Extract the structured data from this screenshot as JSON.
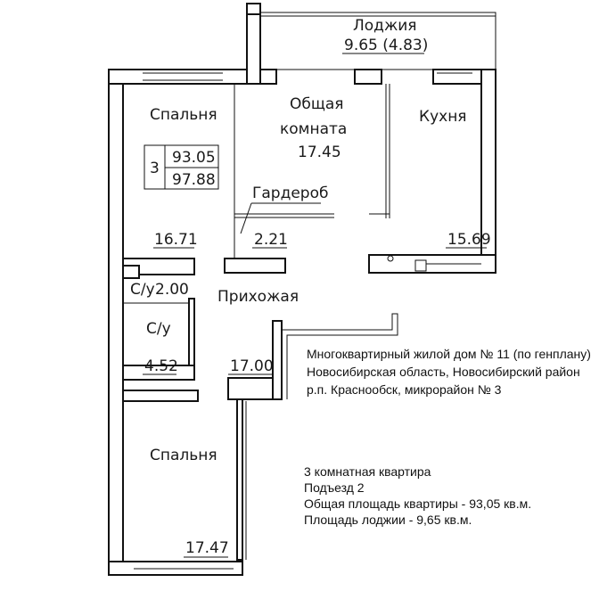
{
  "rooms": {
    "loggia": {
      "name": "Лоджия",
      "area": "9.65 (4.83)"
    },
    "living": {
      "name_line1": "Общая",
      "name_line2": "комната",
      "area": "17.45"
    },
    "kitchen": {
      "name": "Кухня",
      "area": "15.69"
    },
    "bedroom1": {
      "name": "Спальня",
      "area": "16.71"
    },
    "wardrobe": {
      "name": "Гардероб",
      "area": "2.21"
    },
    "wc": {
      "name": "С/у",
      "area": "2.00"
    },
    "bathroom": {
      "name": "С/у",
      "area": "4.52"
    },
    "hall": {
      "name": "Прихожая",
      "area": "17.00"
    },
    "bedroom2": {
      "name": "Спальня",
      "area": "17.47"
    }
  },
  "summary_box": {
    "rooms": "3",
    "area_total": "93.05",
    "area_with_loggia": "97.88"
  },
  "address": {
    "line1": "Многоквартирный жилой  дом № 11 (по генплану)",
    "line2": "Новосибирская область, Новосибирский район",
    "line3": "р.п. Краснообск, микрорайон № 3"
  },
  "apartment": {
    "line1": "3 комнатная квартира",
    "line2": "Подъезд 2",
    "line3": "Общая площадь квартиры - 93,05 кв.м.",
    "line4": "Площадь лоджии - 9,65 кв.м."
  }
}
